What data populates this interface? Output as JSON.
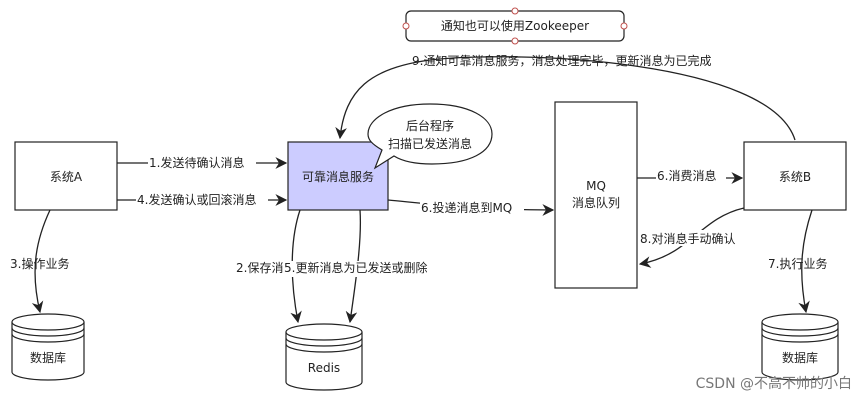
{
  "nodes": {
    "system_a": "系统A",
    "reliable_service": "可靠消息服务",
    "mq": "MQ",
    "mq_sub": "消息队列",
    "system_b": "系统B",
    "redis": "Redis",
    "db_left": "数据库",
    "db_right": "数据库",
    "bubble_line1": "后台程序",
    "bubble_line2": "扫描已发送消息",
    "note_top": "通知也可以使用Zookeeper"
  },
  "edges": {
    "e1": "1.发送待确认消息",
    "e2": "2.保存消息",
    "e3": "3.操作业务",
    "e4": "4.发送确认或回滚消息",
    "e5": "5.更新消息为已发送或删除",
    "e6": "6.投递消息到MQ",
    "e6b": "6.消费消息",
    "e7": "7.执行业务",
    "e8": "8.对消息手动确认",
    "e9": "9.通知可靠消息服务，消息处理完毕，更新消息为已完成"
  },
  "watermark": "CSDN @不高不帅的小白",
  "colors": {
    "service_fill": "#ccccff",
    "line": "#222222"
  }
}
